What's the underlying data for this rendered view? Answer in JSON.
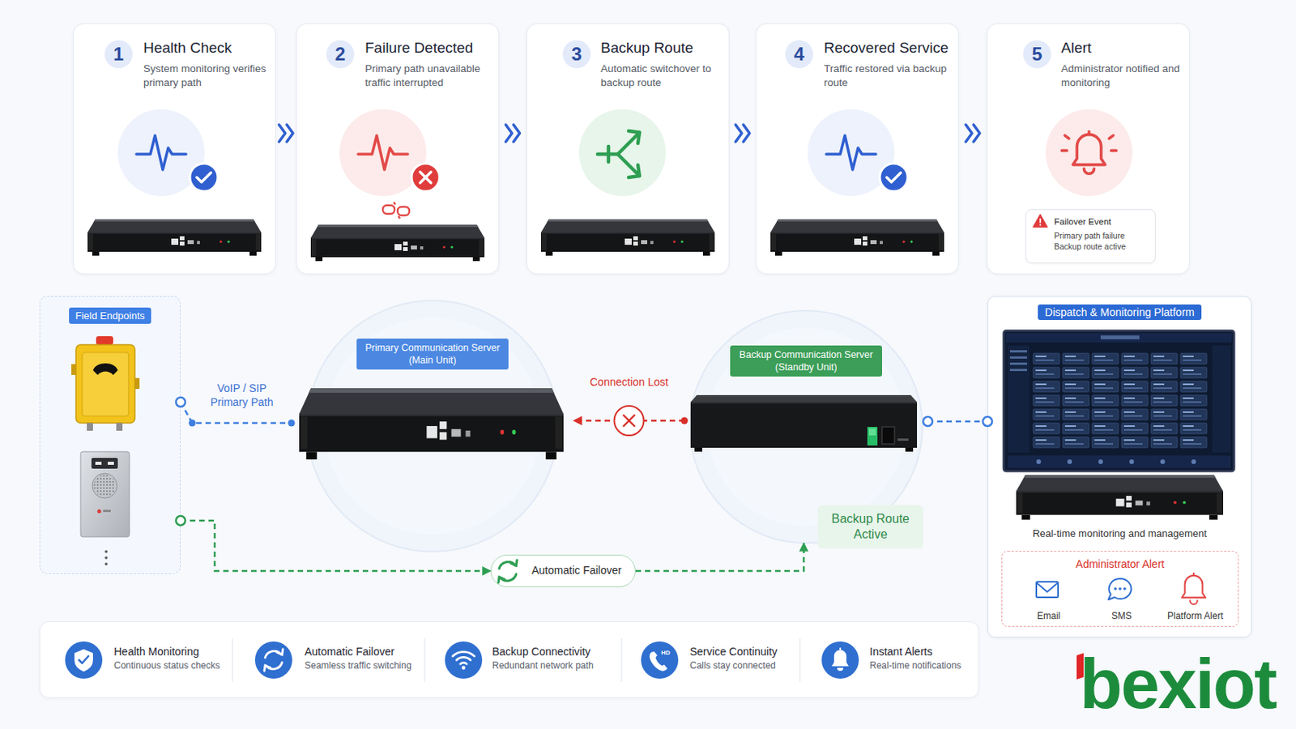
{
  "diagram": {
    "nodes": [
      {
        "text": [
          "1",
          "Health Check",
          "System monitoring verifies primary path"
        ]
      },
      {
        "text": [
          "2",
          "Failure Detected",
          "Primary path unavailable traffic interrupted"
        ]
      },
      {
        "text": [
          "3",
          "Backup Route",
          "Automatic switchover to backup route"
        ]
      },
      {
        "text": [
          "4",
          "Recovered Service",
          "Traffic restored via backup route"
        ]
      },
      {
        "text": [
          "5",
          "Alert",
          "Administrator notified and monitoring"
        ]
      },
      {
        "text": [
          "Failover Event",
          "Primary path failure Backup route active"
        ],
        "in": 4
      },
      {
        "text": [
          "Field Endpoints"
        ]
      },
      {
        "text": [
          "Primary Communication Server (Main Unit)"
        ]
      },
      {
        "text": [
          "Backup Communication Server (Standby Unit)"
        ]
      },
      {
        "text": [
          "Automatic Failover"
        ]
      },
      {
        "text": [
          "Backup Route Active"
        ]
      },
      {
        "text": [
          "Dispatch & Monitoring Platform",
          "Real-time monitoring and management"
        ]
      },
      {
        "text": [
          "Administrator Alert",
          "Email",
          "SMS",
          "Platform Alert"
        ],
        "in": 11
      },
      {
        "text": [
          "Health Monitoring",
          "Continuous status checks",
          "Automatic Failover",
          "Seamless traffic switching",
          "Backup Connectivity",
          "Redundant network path",
          "Service Continuity",
          "Calls stay connected",
          "Instant Alerts",
          "Real-time notifications"
        ]
      }
    ],
    "edges": [
      {
        "from": 0,
        "to": 1,
        "arrow": "to"
      },
      {
        "from": 1,
        "to": 2,
        "arrow": "to"
      },
      {
        "from": 2,
        "to": 3,
        "arrow": "to"
      },
      {
        "from": 3,
        "to": 4,
        "arrow": "to"
      },
      {
        "from": 6,
        "to": 7,
        "label": "VoIP / SIP Primary Path",
        "arrow": "none"
      },
      {
        "from": 8,
        "to": 7,
        "label": "Connection Lost",
        "arrow": "to"
      },
      {
        "from": 8,
        "to": 11,
        "arrow": "none"
      },
      {
        "from": 6,
        "to": 9,
        "arrow": "to"
      },
      {
        "from": 9,
        "to": 8,
        "arrow": "to"
      }
    ],
    "labels": [
      "HD",
      "bexiot"
    ]
  }
}
